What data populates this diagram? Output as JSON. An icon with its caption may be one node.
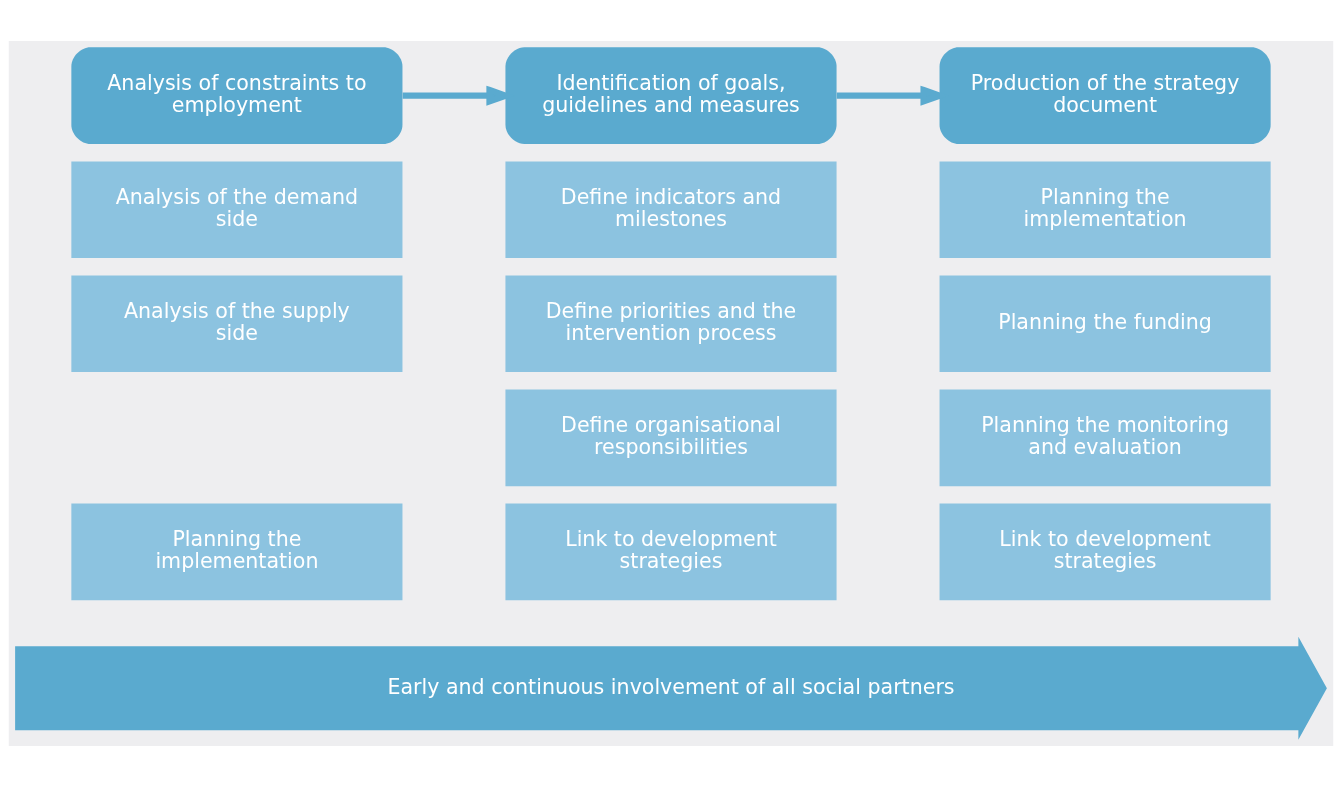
{
  "diagram": {
    "nodes": [
      {
        "text": [
          "Analysis of constraints to employment"
        ]
      },
      {
        "text": [
          "Analysis of the demand side"
        ]
      },
      {
        "text": [
          "Analysis of the supply side"
        ]
      },
      {
        "text": [
          "Planning the implementation"
        ]
      },
      {
        "text": [
          "Identification of goals, guidelines and measures"
        ]
      },
      {
        "text": [
          "Define indicators and milestones"
        ]
      },
      {
        "text": [
          "Define priorities and the intervention process"
        ]
      },
      {
        "text": [
          "Define organisational responsibilities"
        ]
      },
      {
        "text": [
          "Link to development strategies"
        ]
      },
      {
        "text": [
          "Production of the strategy document"
        ]
      },
      {
        "text": [
          "Planning the implementation"
        ]
      },
      {
        "text": [
          "Planning the funding"
        ]
      },
      {
        "text": [
          "Planning the monitoring and evaluation"
        ]
      },
      {
        "text": [
          "Link to development strategies"
        ]
      },
      {
        "text": [
          "Early and continuous involvement of all social partners"
        ]
      }
    ],
    "edges": [
      {
        "from": 0,
        "to": 4,
        "arrow": "to"
      },
      {
        "from": 4,
        "to": 9,
        "arrow": "to"
      }
    ]
  }
}
